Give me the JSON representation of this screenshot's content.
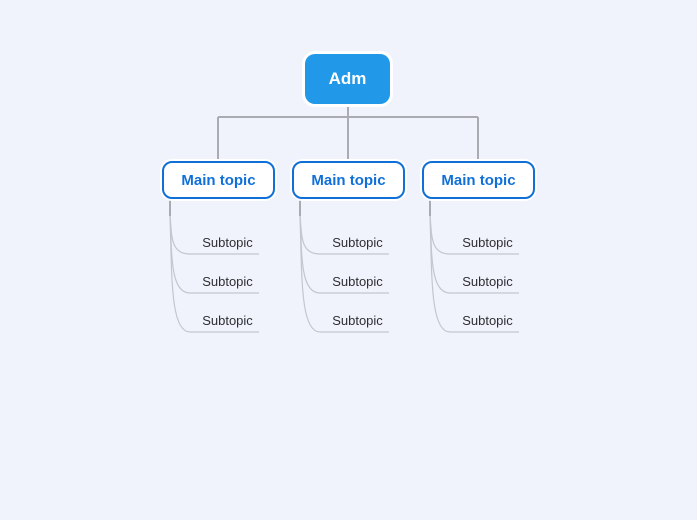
{
  "canvas": {
    "background_color": "#f0f3fb"
  },
  "mindmap": {
    "root": {
      "label": "Adm",
      "fill_color": "#2298e8",
      "text_color": "#ffffff"
    },
    "main_topics": [
      {
        "label": "Main topic",
        "subtopics": [
          "Subtopic",
          "Subtopic",
          "Subtopic"
        ]
      },
      {
        "label": "Main topic",
        "subtopics": [
          "Subtopic",
          "Subtopic",
          "Subtopic"
        ]
      },
      {
        "label": "Main topic",
        "subtopics": [
          "Subtopic",
          "Subtopic",
          "Subtopic"
        ]
      }
    ],
    "colors": {
      "main_topic_border": "#1070d8",
      "main_topic_text": "#1070d8",
      "org_connector_line": "#aaacb2",
      "branch_curve_line": "#c2c6cd",
      "subtopic_text": "#2e2e33"
    }
  }
}
